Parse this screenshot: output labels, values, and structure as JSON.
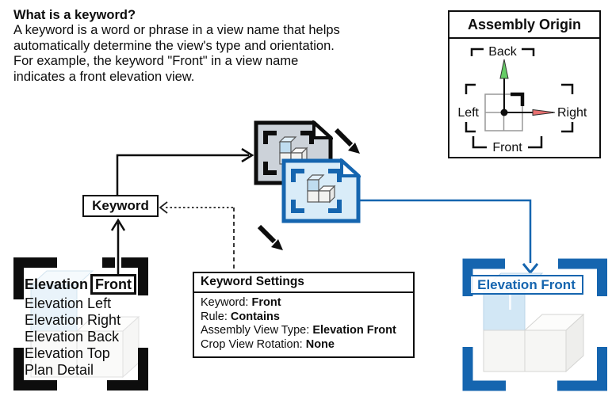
{
  "intro": {
    "title": "What is a keyword?",
    "lines": [
      "A keyword is a word or phrase in a view name that helps",
      "automatically determine the view's type and orientation.",
      "For example, the keyword \"Front\" in a view name",
      "indicates a front elevation view."
    ]
  },
  "assembly_origin": {
    "title": "Assembly Origin",
    "back": "Back",
    "left": "Left",
    "right": "Right",
    "front": "Front"
  },
  "keyword_box": {
    "label": "Keyword"
  },
  "view_list": {
    "first": {
      "prefix": "Elevation",
      "keyword": "Front"
    },
    "items": [
      "Elevation Left",
      "Elevation Right",
      "Elevation Back",
      "Elevation Top",
      "Plan Detail"
    ]
  },
  "keyword_settings": {
    "title": "Keyword Settings",
    "rows": [
      {
        "label": "Keyword:",
        "value": "Front"
      },
      {
        "label": "Rule:",
        "value": "Contains"
      },
      {
        "label": "Assembly View Type:",
        "value": "Elevation Front"
      },
      {
        "label": "Crop View Rotation:",
        "value": "None"
      }
    ]
  },
  "result_view": {
    "label": "Elevation Front"
  },
  "colors": {
    "accent_blue": "#1565af",
    "line_black": "#0d0d0d",
    "doc_gray_fill": "#ccd2d9",
    "doc_blue_fill": "#d9ecf8",
    "axis_green": "#66cc66",
    "axis_red": "#e87070"
  }
}
